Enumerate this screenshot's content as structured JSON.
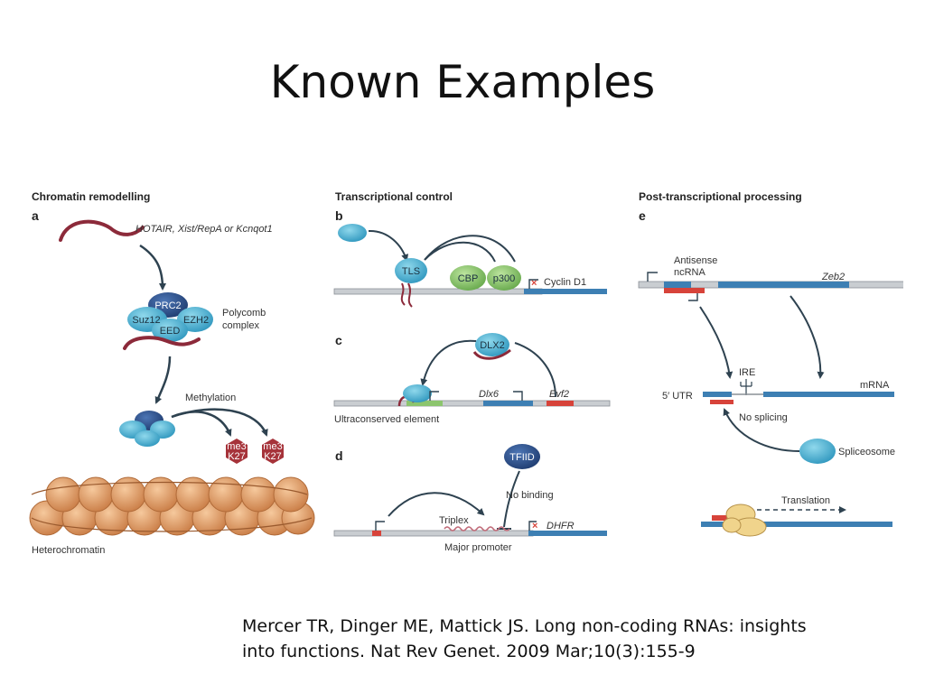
{
  "slide": {
    "title": "Known Examples",
    "citation_line1": "Mercer TR, Dinger ME, Mattick JS. Long non-coding RNAs: insights",
    "citation_line2": "into functions. Nat Rev Genet. 2009 Mar;10(3):155-9"
  },
  "panels": {
    "section_a": "Chromatin remodelling",
    "section_b": "Transcriptional control",
    "section_e": "Post-transcriptional processing",
    "a": {
      "letter": "a",
      "rna_names": "HOTAIR, Xist/RepA or Kcnqot1",
      "prc2": "PRC2",
      "suz12": "Suz12",
      "ezh2": "EZH2",
      "eed": "EED",
      "polycomb_1": "Polycomb",
      "polycomb_2": "complex",
      "methylation": "Methylation",
      "mark_top": "me3",
      "mark_bottom": "K27",
      "heterochromatin": "Heterochromatin"
    },
    "b": {
      "letter": "b",
      "tls": "TLS",
      "cbp": "CBP",
      "p300": "p300",
      "gene": "Cyclin D1"
    },
    "c": {
      "letter": "c",
      "dlx2": "DLX2",
      "dlx6": "Dlx6",
      "evf2": "Evf2",
      "ultra": "Ultraconserved element"
    },
    "d": {
      "letter": "d",
      "tfiid": "TFIID",
      "no_binding": "No binding",
      "triplex": "Triplex",
      "gene": "DHFR",
      "major_promoter": "Major promoter"
    },
    "e": {
      "letter": "e",
      "antisense_1": "Antisense",
      "antisense_2": "ncRNA",
      "zeb2": "Zeb2",
      "ire": "IRE",
      "utr": "5′ UTR",
      "mrna": "mRNA",
      "no_splicing": "No splicing",
      "spliceosome": "Spliceosome",
      "translation": "Translation"
    }
  },
  "colors": {
    "blue_protein": "#4fb7d6",
    "dark_protein": "#2a4f8f",
    "green_protein": "#8cc56e",
    "gene_blue": "#3d7fb3",
    "dna_gray": "#c9cdd1",
    "rna_red": "#8c2a3a",
    "marker_red": "#d7433a",
    "nucleosome": "#e3a26e"
  }
}
